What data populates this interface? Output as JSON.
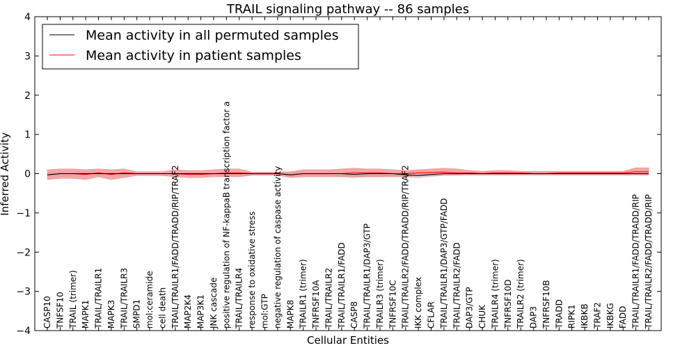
{
  "chart_data": {
    "type": "line",
    "title": "TRAIL signaling pathway -- 86 samples",
    "xlabel": "Cellular Entities",
    "ylabel": "Inferred Activity",
    "ylim": [
      -4,
      4
    ],
    "yticks": [
      -4,
      -3,
      -2,
      -1,
      0,
      1,
      2,
      3,
      4
    ],
    "ytick_labels": [
      "−4",
      "−3",
      "−2",
      "−1",
      "0",
      "1",
      "2",
      "3",
      "4"
    ],
    "grid": false,
    "legend_position": "top-left",
    "colors": {
      "permuted": "#000000",
      "patient": "#ff0000",
      "patient_band": "#f08080",
      "permuted_band": "#c8c8c8"
    },
    "categories": [
      "CASP10",
      "TNFSF10",
      "TRAIL (trimer)",
      "MAPK1",
      "TRAIL/TRAILR1",
      "MAPK3",
      "TRAIL/TRAILR3",
      "SMPD1",
      "mol:ceramide",
      "cell death",
      "TRAIL/TRAILR1/FADD/TRADD/RIP/TRAF2",
      "MAP2K4",
      "MAP3K1",
      "JNK cascade",
      "positive regulation of NF-kappaB transcription factor a",
      "TRAIL/TRAILR4",
      "response to oxidative stress",
      "mol:GTP",
      "negative regulation of caspase activity",
      "MAPK8",
      "TRAILR1 (trimer)",
      "TNFRSF10A",
      "TRAIL/TRAILR2",
      "TRAIL/TRAILR1/FADD",
      "CASP8",
      "TRAIL/TRAILR1/DAP3/GTP",
      "TRAILR3 (trimer)",
      "TNFRSF10C",
      "TRAIL/TRAILR2/FADD/TRADD/RIP/TRAF2",
      "IKK complex",
      "CFLAR",
      "TRAIL/TRAILR1/DAP3/GTP/FADD",
      "TRAIL/TRAILR2/FADD",
      "DAP3/GTP",
      "CHUK",
      "TRAILR4 (trimer)",
      "TNFRSF10D",
      "TRAILR2 (trimer)",
      "DAP3",
      "TNFRSF10B",
      "TRADD",
      "RIPK1",
      "IKBKB",
      "TRAF2",
      "IKBKG",
      "FADD",
      "TRAIL/TRAILR1/FADD/TRADD/RIP",
      "TRAIL/TRAILR2/FADD/TRADD/RIP"
    ],
    "series": [
      {
        "name": "Mean activity in all permuted samples",
        "values": [
          -0.03,
          0.0,
          0.0,
          0.0,
          0.0,
          0.0,
          0.0,
          0.0,
          0.0,
          0.0,
          0.0,
          0.0,
          0.0,
          0.0,
          0.0,
          0.0,
          0.0,
          0.0,
          0.0,
          -0.03,
          0.0,
          0.0,
          0.0,
          0.0,
          -0.02,
          0.0,
          0.0,
          0.0,
          -0.03,
          -0.05,
          -0.02,
          0.0,
          0.0,
          0.0,
          0.0,
          0.0,
          0.0,
          0.0,
          0.0,
          0.0,
          0.0,
          0.0,
          0.0,
          0.0,
          0.0,
          0.0,
          0.0,
          0.0
        ],
        "lower": [
          -0.08,
          -0.05,
          -0.05,
          -0.05,
          -0.05,
          -0.05,
          -0.05,
          -0.03,
          -0.03,
          -0.03,
          -0.04,
          -0.04,
          -0.04,
          -0.04,
          -0.04,
          -0.04,
          -0.04,
          -0.04,
          -0.04,
          -0.08,
          -0.05,
          -0.05,
          -0.05,
          -0.08,
          -0.12,
          -0.08,
          -0.08,
          -0.06,
          -0.1,
          -0.12,
          -0.08,
          -0.05,
          -0.05,
          -0.05,
          -0.05,
          -0.05,
          -0.05,
          -0.05,
          -0.05,
          -0.05,
          -0.05,
          -0.05,
          -0.05,
          -0.05,
          -0.05,
          -0.05,
          -0.05,
          -0.05
        ],
        "upper": [
          0.03,
          0.04,
          0.04,
          0.04,
          0.04,
          0.04,
          0.04,
          0.03,
          0.03,
          0.03,
          0.03,
          0.03,
          0.03,
          0.03,
          0.03,
          0.03,
          0.03,
          0.03,
          0.03,
          0.03,
          0.04,
          0.04,
          0.04,
          0.04,
          0.05,
          0.04,
          0.04,
          0.04,
          0.03,
          0.03,
          0.04,
          0.04,
          0.04,
          0.04,
          0.04,
          0.04,
          0.04,
          0.04,
          0.04,
          0.04,
          0.04,
          0.04,
          0.04,
          0.04,
          0.04,
          0.04,
          0.04,
          0.04
        ]
      },
      {
        "name": "Mean activity in patient samples",
        "values": [
          -0.03,
          0.0,
          0.0,
          -0.02,
          0.02,
          -0.02,
          0.02,
          0.0,
          0.0,
          0.0,
          0.0,
          -0.02,
          -0.02,
          0.0,
          0.02,
          0.02,
          0.0,
          0.0,
          0.0,
          -0.03,
          0.0,
          0.0,
          0.0,
          0.0,
          0.02,
          0.02,
          0.02,
          0.0,
          0.0,
          0.02,
          0.03,
          0.04,
          0.02,
          0.02,
          0.0,
          0.02,
          0.02,
          0.02,
          0.0,
          0.0,
          0.02,
          0.02,
          0.02,
          0.02,
          0.02,
          0.02,
          0.05,
          0.05
        ],
        "lower": [
          -0.15,
          -0.12,
          -0.12,
          -0.15,
          -0.08,
          -0.15,
          -0.1,
          -0.05,
          -0.05,
          -0.05,
          -0.08,
          -0.1,
          -0.1,
          -0.08,
          -0.08,
          -0.08,
          -0.04,
          -0.04,
          -0.04,
          -0.1,
          -0.08,
          -0.08,
          -0.08,
          -0.08,
          -0.08,
          -0.08,
          -0.08,
          -0.08,
          -0.08,
          -0.06,
          -0.06,
          -0.04,
          -0.04,
          -0.03,
          -0.03,
          -0.03,
          -0.03,
          -0.03,
          -0.03,
          -0.03,
          -0.03,
          -0.03,
          -0.03,
          -0.03,
          -0.03,
          -0.03,
          -0.03,
          -0.03
        ],
        "upper": [
          0.1,
          0.12,
          0.12,
          0.1,
          0.12,
          0.1,
          0.12,
          0.05,
          0.05,
          0.05,
          0.1,
          0.08,
          0.08,
          0.1,
          0.12,
          0.12,
          0.04,
          0.04,
          0.04,
          0.05,
          0.1,
          0.1,
          0.1,
          0.12,
          0.14,
          0.12,
          0.12,
          0.1,
          0.08,
          0.1,
          0.12,
          0.14,
          0.12,
          0.08,
          0.06,
          0.08,
          0.08,
          0.06,
          0.06,
          0.06,
          0.06,
          0.06,
          0.06,
          0.06,
          0.06,
          0.06,
          0.15,
          0.15
        ]
      }
    ]
  }
}
